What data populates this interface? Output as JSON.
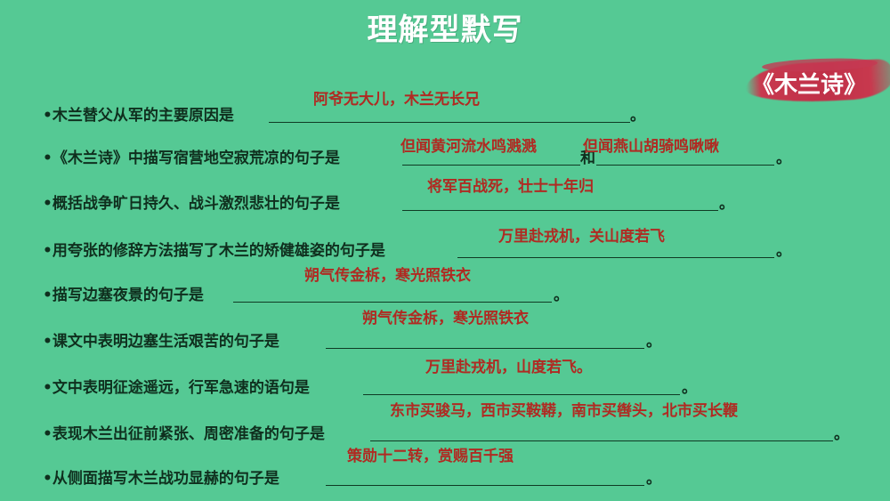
{
  "title": "理解型默写",
  "badge": "《木兰诗》",
  "colors": {
    "background": "#55c994",
    "question_text": "#0f2f1e",
    "answer_text": "#b02a22",
    "badge_brush": "#c03048",
    "title_text": "#ffffff"
  },
  "questions": [
    {
      "stem": "•木兰替父从军的主要原因是",
      "answer": "阿爷无大儿，木兰无长兄",
      "end": "。"
    },
    {
      "stem": "•《木兰诗》中描写宿营地空寂荒凉的句子是",
      "answer": "但闻黄河流水鸣溅溅",
      "connector": "和",
      "answer2": "但闻燕山胡骑鸣啾啾",
      "end": "。"
    },
    {
      "stem": "•概括战争旷日持久、战斗激烈悲壮的句子是",
      "answer": "将军百战死，壮士十年归",
      "end": "。"
    },
    {
      "stem": "•用夸张的修辞方法描写了木兰的矫健雄姿的句子是",
      "answer": "万里赴戎机，关山度若飞",
      "end": "。"
    },
    {
      "stem": "•描写边塞夜景的句子是",
      "answer": "朔气传金柝，寒光照铁衣",
      "end": "。"
    },
    {
      "stem": "•课文中表明边塞生活艰苦的句子是",
      "answer": "朔气传金柝，寒光照铁衣",
      "end": "。"
    },
    {
      "stem": "•文中表明征途遥远，行军急速的语句是",
      "answer": "万里赴戎机，山度若飞。",
      "end": "。"
    },
    {
      "stem": "•表现木兰出征前紧张、周密准备的句子是",
      "answer": "东市买骏马，西市买鞍鞯，南市买辔头，北市买长鞭",
      "end": "。"
    },
    {
      "stem": "•从侧面描写木兰战功显赫的句子是",
      "answer": "策勋十二转，赏赐百千强",
      "end": "。"
    }
  ]
}
